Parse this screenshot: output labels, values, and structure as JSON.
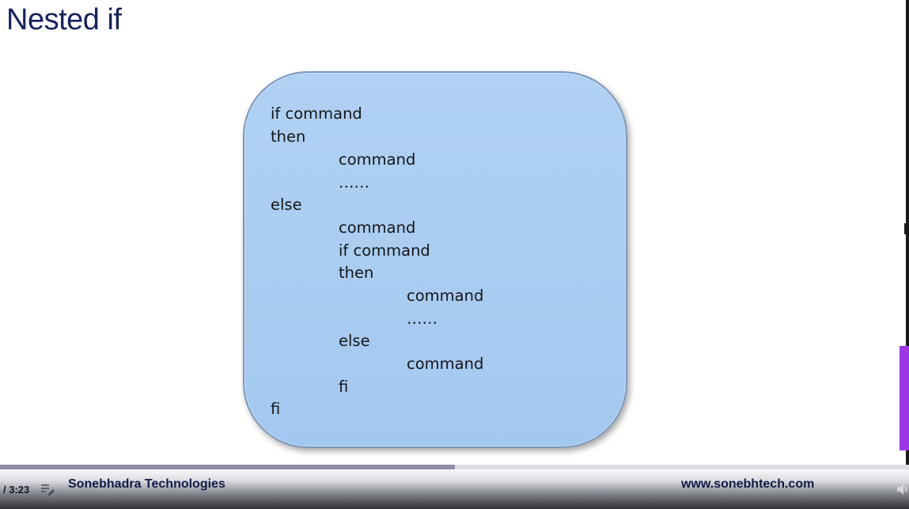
{
  "slide": {
    "title": "Nested if",
    "code_lines": [
      {
        "text": "if command",
        "indent": 0
      },
      {
        "text": "then",
        "indent": 0
      },
      {
        "text": "command",
        "indent": 1
      },
      {
        "text": "……",
        "indent": 1
      },
      {
        "text": "else",
        "indent": 0
      },
      {
        "text": "command",
        "indent": 1
      },
      {
        "text": "if command",
        "indent": 1
      },
      {
        "text": "then",
        "indent": 1
      },
      {
        "text": "command",
        "indent": 2
      },
      {
        "text": "……",
        "indent": 2
      },
      {
        "text": "else",
        "indent": 1
      },
      {
        "text": "command",
        "indent": 2
      },
      {
        "text": "fi",
        "indent": 1
      },
      {
        "text": "fi",
        "indent": 0
      }
    ]
  },
  "player": {
    "time": "/ 3:23",
    "progress": 0.5,
    "brand": "Sonebhadra Technologies",
    "website": "www.sonebhtech.com",
    "icons": [
      "playlist-icon",
      "volume-icon"
    ],
    "colors": {
      "title": "#14235e",
      "box_fill": "#a9cdf1",
      "accent_strip": "#9d36e6",
      "progress_fill": "#8e8ca8"
    }
  }
}
